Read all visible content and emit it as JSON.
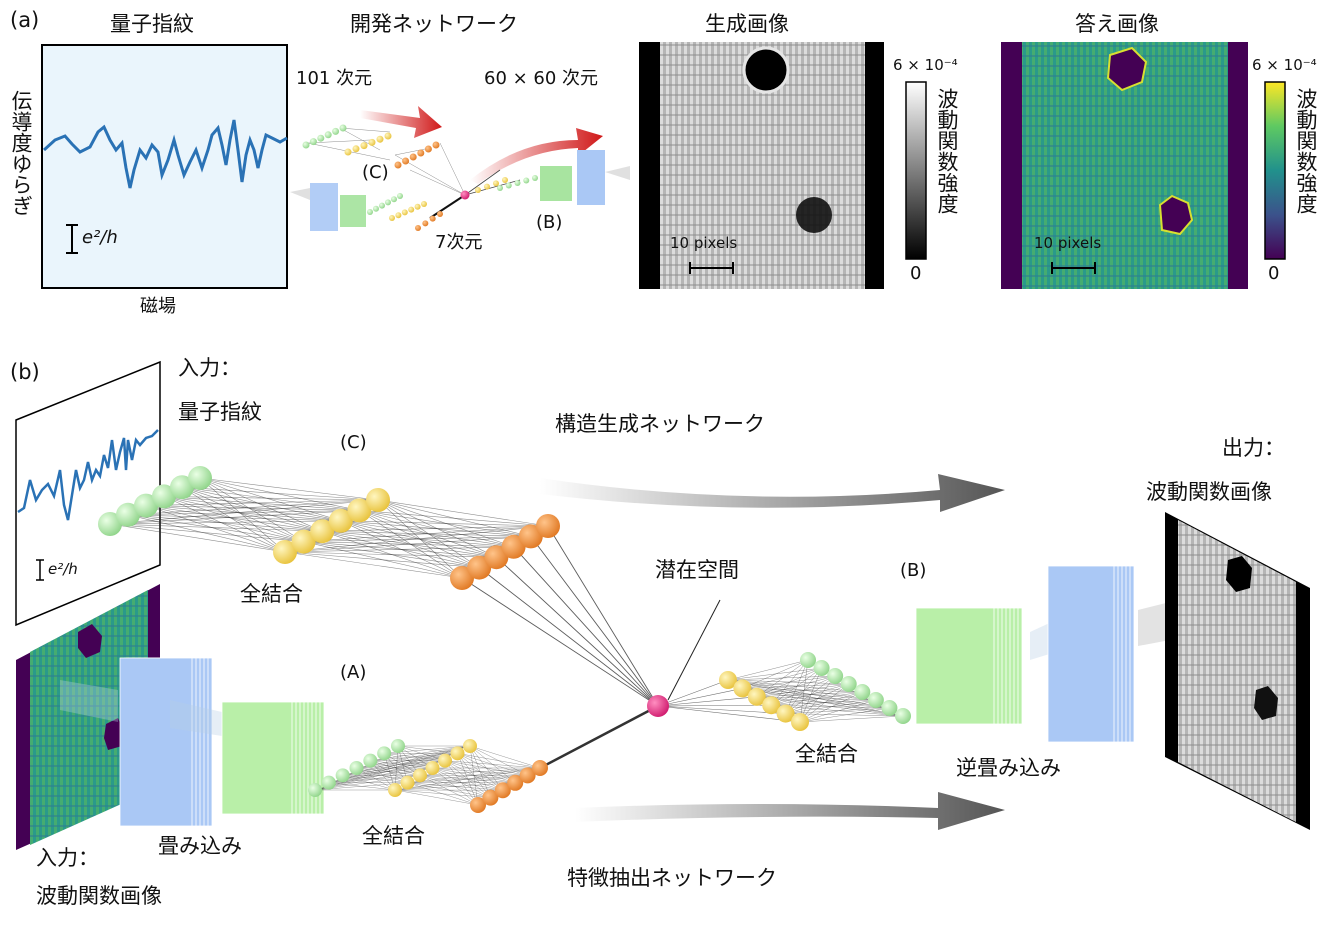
{
  "panel_a": {
    "label": "(a)",
    "fingerprint_title": "量子指紋",
    "fingerprint_ylabel": "伝導度ゆらぎ",
    "fingerprint_xlabel": "磁場",
    "fingerprint_scale": "e²/h",
    "network_title": "開発ネットワーク",
    "dim_input": "101 次元",
    "dim_output": "60 × 60 次元",
    "dim_latent": "7次元",
    "branch_c": "(C)",
    "branch_b": "(B)",
    "generated_title": "生成画像",
    "answer_title": "答え画像",
    "scalebar_label": "10 pixels",
    "colorbar_max": "6 × 10⁻⁴",
    "colorbar_min": "0",
    "colorbar_label": "波動関数強度"
  },
  "panel_b": {
    "label": "(b)",
    "input_fingerprint_line1": "入力：",
    "input_fingerprint_line2": "量子指紋",
    "fingerprint_scale": "e²/h",
    "branch_c": "(C)",
    "branch_a": "(A)",
    "branch_b": "(B)",
    "structure_network": "構造生成ネットワーク",
    "feature_network": "特徴抽出ネットワーク",
    "fully_connected_top": "全結合",
    "fully_connected_bottom": "全結合",
    "fully_connected_right": "全結合",
    "latent_space": "潜在空間",
    "convolution": "畳み込み",
    "deconvolution": "逆畳み込み",
    "input_image_line1": "入力：",
    "input_image_line2": "波動関数画像",
    "output_line1": "出力：",
    "output_line2": "波動関数画像"
  },
  "colors": {
    "green_node": "#a8e4a0",
    "yellow_node": "#f5d75a",
    "orange_node": "#ee8a33",
    "latent_node": "#e0267a",
    "blue_layer": "#aac8f5",
    "green_layer": "#b9efa8",
    "line_blue": "#2a72b5",
    "viridis_dark": "#440154",
    "viridis_mid": "#21a08a",
    "red_arrow": "#d01818"
  }
}
